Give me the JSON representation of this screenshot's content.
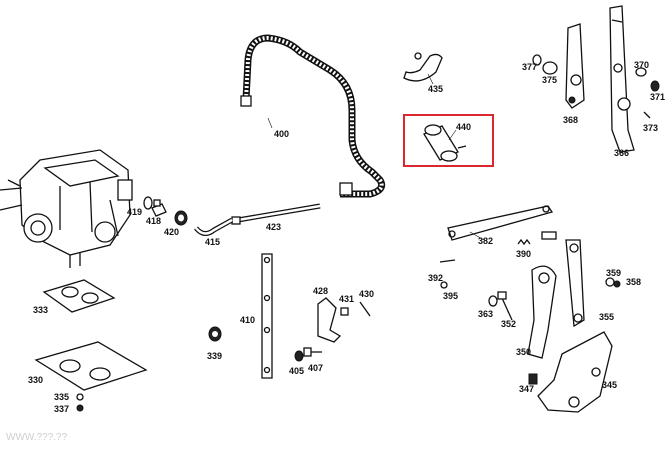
{
  "labels": {
    "p419": "419",
    "p418": "418",
    "p420": "420",
    "p415": "415",
    "p423": "423",
    "p400": "400",
    "p435": "435",
    "p440": "440",
    "p377": "377",
    "p375": "375",
    "p368": "368",
    "p366": "366",
    "p370": "370",
    "p371": "371",
    "p373": "373",
    "p382": "382",
    "p390": "390",
    "p392": "392",
    "p395": "395",
    "p359": "359",
    "p358": "358",
    "p363": "363",
    "p352": "352",
    "p355": "355",
    "p350": "350",
    "p347": "347",
    "p345": "345",
    "p333": "333",
    "p330": "330",
    "p335": "335",
    "p337": "337",
    "p339": "339",
    "p410": "410",
    "p428": "428",
    "p431": "431",
    "p430": "430",
    "p405": "405",
    "p407": "407"
  },
  "highlight": {
    "part": "440",
    "color": "#d9282f"
  },
  "watermark": "WWW.???.??"
}
